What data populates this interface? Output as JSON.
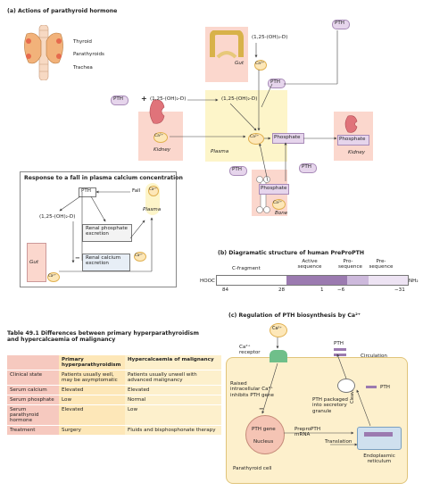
{
  "panel_a": {
    "title": "(a) Actions of parathyroid hormone",
    "gland_labels": [
      "Thyroid",
      "Parathyroids",
      "Trachea"
    ],
    "pth": "PTH",
    "vitd": "(1,25-(OH)₂-D)",
    "ca": "Ca²⁺",
    "phosphate": "Phosphate",
    "gut": "Gut",
    "kidney": "Kidney",
    "plasma": "Plasma",
    "bone": "Bone",
    "plus": "+"
  },
  "inset": {
    "title": "Response to a fall in plasma calcium concentration",
    "fall": "Fall",
    "plasma": "Plasma",
    "renal_phosphate": "Renal phosphate excretion",
    "renal_calcium": "Renal calcium excretion",
    "gut": "Gut",
    "minus": "−"
  },
  "panel_b": {
    "title": "(b) Diagramatic structure of human PreProPTH",
    "hooc": "HOOC",
    "nh2": "NH₂",
    "segments": [
      "C-fragment",
      "Active sequence",
      "Pro-sequence",
      "Pre-sequence"
    ],
    "numbers": [
      "84",
      "28",
      "1",
      "−6",
      "−31"
    ]
  },
  "table": {
    "caption": "Table 49.1 Differences between primary hyperparathyroidism and hypercalcaemia of malignancy",
    "headers": [
      "",
      "Primary hyperparathyroidism",
      "Hypercalcaemia of malignancy"
    ],
    "rows": [
      [
        "Clinical state",
        "Patients usually well, may be asymptomatic",
        "Patients usually unwell with advanced malignancy"
      ],
      [
        "Serum calcium",
        "Elevated",
        "Elevated"
      ],
      [
        "Serum phosphate",
        "Low",
        "Normal"
      ],
      [
        "Serum parathyroid hormone",
        "Elevated",
        "Low"
      ],
      [
        "Treatment",
        "Surgery",
        "Fluids and bisphosphonate therapy"
      ]
    ]
  },
  "panel_c": {
    "title": "(c) Regulation of PTH biosynthesis by Ca²⁺",
    "receptor": "Ca²⁺ receptor",
    "raised": "Raised intracellular Ca²⁺ inhibits PTH gene",
    "pth_gene": "PTH gene",
    "nucleus": "Nucleus",
    "mrna": "PreproPTH mRNA",
    "translation": "Translation",
    "er": "Endoplasmic reticulum",
    "cleavage": "Cleavage",
    "granule": "PTH packaged into secretory granule",
    "circulation": "Circulation",
    "pth": "PTH",
    "cell": "Parathyroid cell",
    "ca": "Ca²⁺",
    "minus": "−"
  }
}
